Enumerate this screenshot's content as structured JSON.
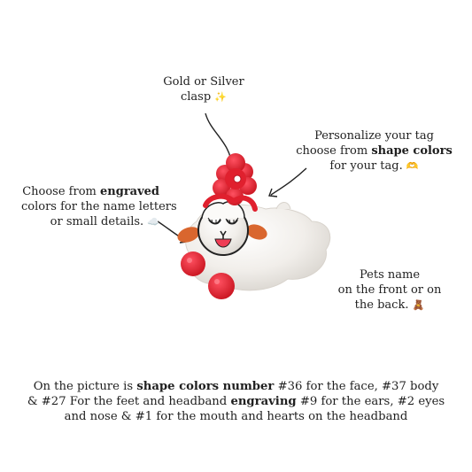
{
  "annotations": {
    "clasp": {
      "line1": "Gold or Silver",
      "line2": "clasp",
      "emoji": "✨"
    },
    "shape_colors": {
      "line1": "Personalize your tag",
      "line2_prefix": "choose from",
      "line2_bold": "shape colors",
      "line3": "for your tag.",
      "emoji": "🫶"
    },
    "engraved": {
      "line1_prefix": "Choose from",
      "line1_bold": "engraved",
      "line2": "colors for the name letters",
      "line3": "or small details.",
      "emoji": "☁️"
    },
    "pets_name": {
      "line1": "Pets name",
      "line2": "on the front or on",
      "line3": "the back.",
      "emoji": "🧸"
    }
  },
  "caption": {
    "part1": "On the picture is",
    "bold1": "shape colors number",
    "part2": "#36 for the face, #37 body & #27 For the feet and headband",
    "bold2": "engraving",
    "part3": "#9 for the ears, #2 eyes and nose & #1 for the mouth and hearts on the headband"
  },
  "colors": {
    "red_glitter": "#e0202e",
    "pearl_white": "#f3f1ee",
    "ear_orange": "#d9662e",
    "outline": "#222222",
    "cheek_pink": "#f4a6a6"
  },
  "product": {
    "name": "lamb-pet-tag"
  }
}
